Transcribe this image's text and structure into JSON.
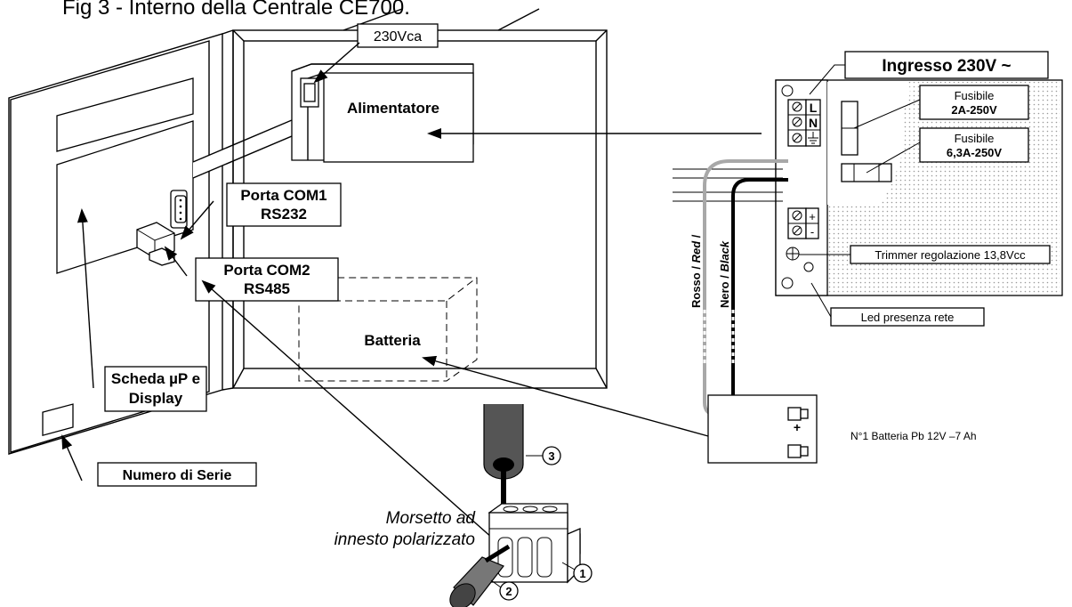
{
  "figure_caption": "Fig 3 - Interno della Centrale CE700.",
  "labels": {
    "v230": "230Vca",
    "alimentatore": "Alimentatore",
    "ingresso": "Ingresso 230V ~",
    "fuse1_title": "Fusibile",
    "fuse1_value": "2A-250V",
    "fuse2_title": "Fusibile",
    "fuse2_value": "6,3A-250V",
    "com1_line1": "Porta COM1",
    "com1_line2": "RS232",
    "com2_line1": "Porta COM2",
    "com2_line2": "RS485",
    "batteria": "Batteria",
    "scheda_line1": "Scheda µP e",
    "scheda_line2": "Display",
    "numero_serie": "Numero di Serie",
    "trimmer": "Trimmer regolazione 13,8Vcc",
    "led": "Led presenza rete",
    "battery_spec": "N°1 Batteria Pb 12V –7 Ah",
    "morsetto_line1": "Morsetto ad",
    "morsetto_line2": "innesto polarizzato",
    "terminal_L": "L",
    "terminal_N": "N",
    "plus": "+",
    "minus": "-",
    "callout_1": "1",
    "callout_2": "2",
    "callout_3": "3"
  },
  "wire_labels": {
    "rosso": "Rosso",
    "red": "Red",
    "nero": "Nero",
    "black": "Black"
  },
  "colors": {
    "red_wire": "#a8a8a8",
    "black_wire": "#000000",
    "psu_dots": "#9a9a9a"
  }
}
